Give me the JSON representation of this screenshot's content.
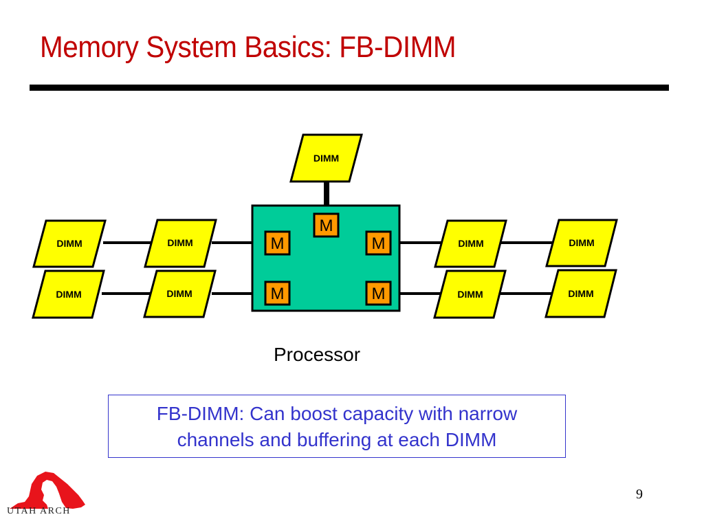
{
  "slide": {
    "title": "Memory System Basics: FB-DIMM",
    "page_number": "9"
  },
  "diagram": {
    "processor_label": "Processor",
    "controller_label": "M",
    "dimm_label": "DIMM",
    "colors": {
      "title": "#c00000",
      "dimm_fill": "#ffff00",
      "processor_fill": "#00cc99",
      "controller_fill": "#ff9900",
      "callout_text": "#3333cc"
    },
    "channels": [
      {
        "name": "top",
        "dimm_count": 1
      },
      {
        "name": "left-upper",
        "dimm_count": 2
      },
      {
        "name": "left-lower",
        "dimm_count": 2
      },
      {
        "name": "right-upper",
        "dimm_count": 2
      },
      {
        "name": "right-lower",
        "dimm_count": 2
      }
    ]
  },
  "callout": {
    "line1": "FB-DIMM: Can boost capacity with narrow",
    "line2": "channels and buffering at each DIMM"
  },
  "logo": {
    "text": "UTAH ARCH"
  }
}
